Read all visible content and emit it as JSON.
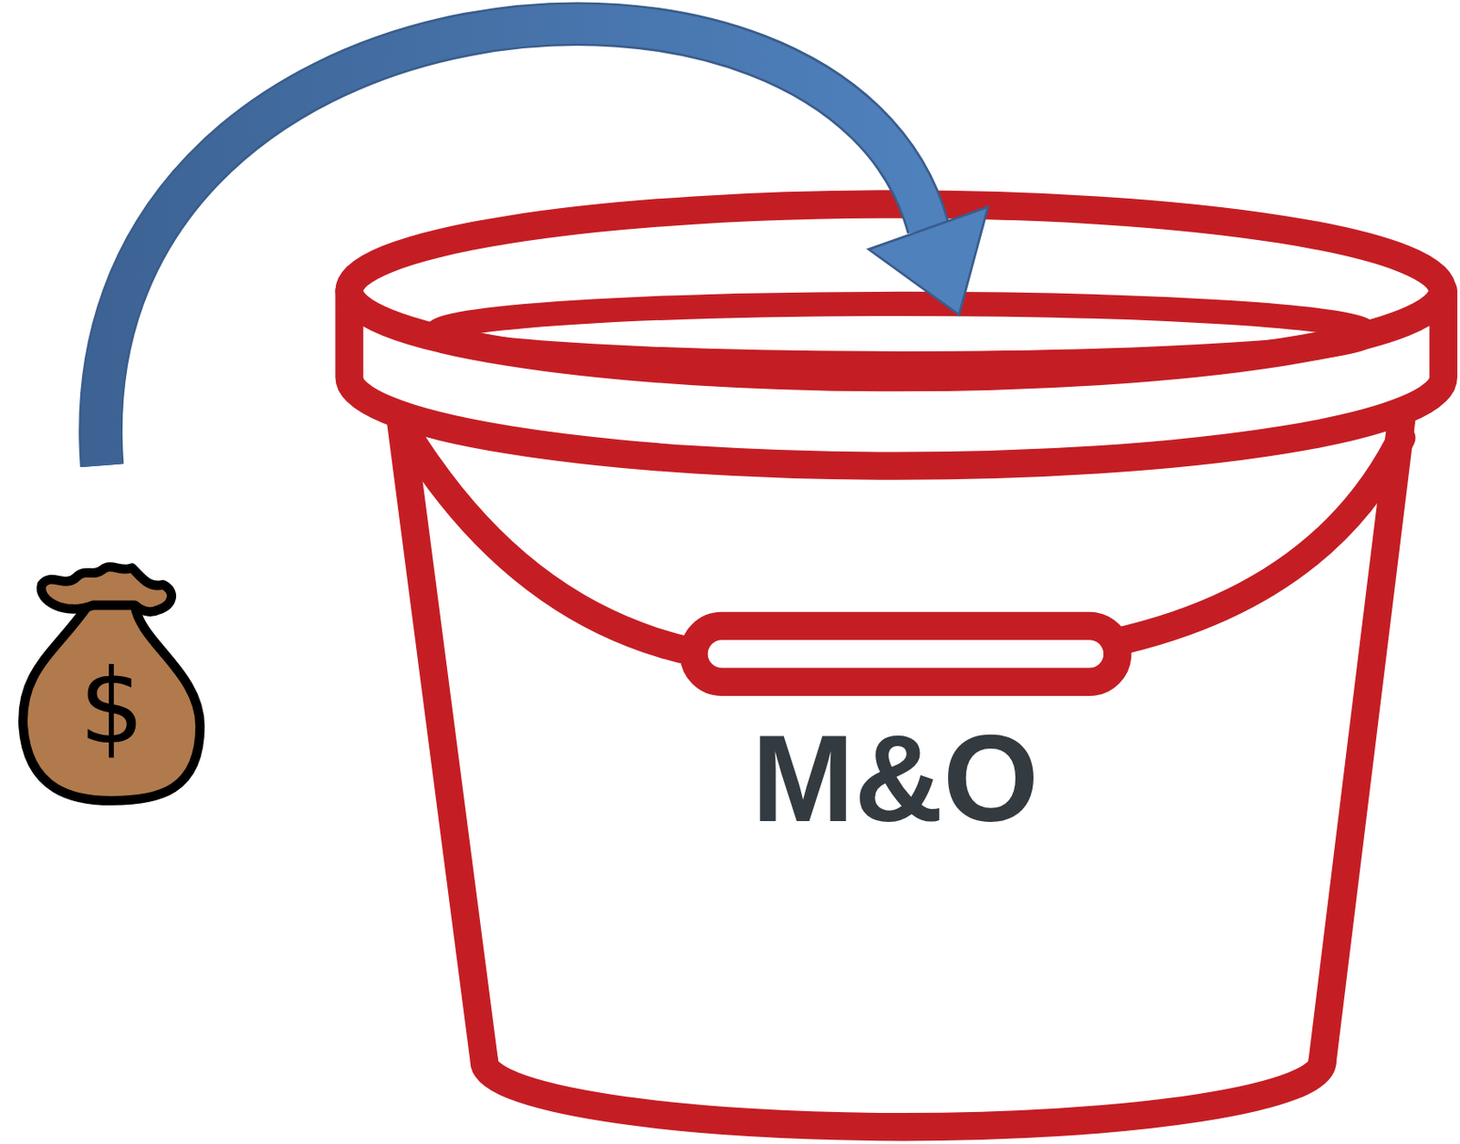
{
  "diagram": {
    "nodes": [
      {
        "text": [
          "$"
        ]
      },
      {
        "text": [
          "M&O"
        ]
      }
    ],
    "edges": [
      {
        "from": 0,
        "to": 1,
        "arrow": "to"
      }
    ]
  }
}
